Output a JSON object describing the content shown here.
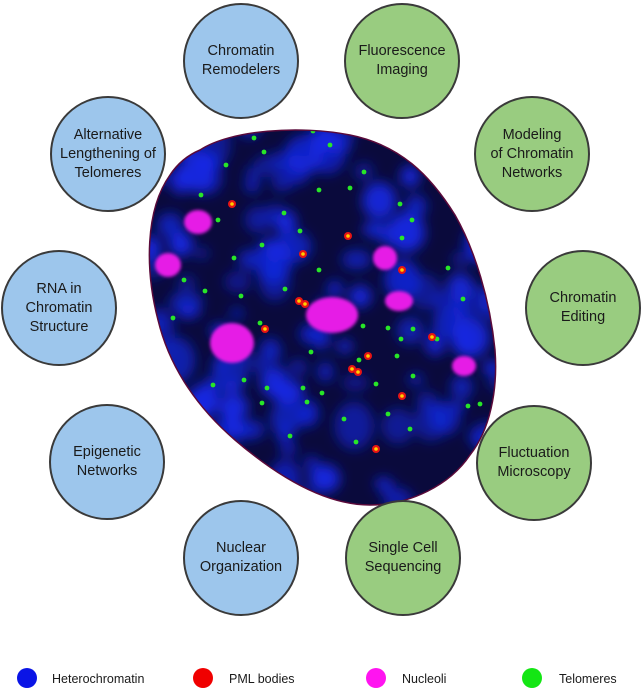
{
  "topics": [
    {
      "label": "Chromatin\nRemodelers",
      "group": "blue"
    },
    {
      "label": "Fluorescence\nImaging",
      "group": "green"
    },
    {
      "label": "Modeling\nof Chromatin\nNetworks",
      "group": "green"
    },
    {
      "label": "Chromatin\nEditing",
      "group": "green"
    },
    {
      "label": "Fluctuation\nMicroscopy",
      "group": "green"
    },
    {
      "label": "Single Cell\nSequencing",
      "group": "green"
    },
    {
      "label": "Nuclear\nOrganization",
      "group": "blue"
    },
    {
      "label": "Epigenetic\nNetworks",
      "group": "blue"
    },
    {
      "label": "RNA in\nChromatin\nStructure",
      "group": "blue"
    },
    {
      "label": "Alternative\nLengthening of\nTelomeres",
      "group": "blue"
    }
  ],
  "legend": [
    {
      "label": "Heterochromatin",
      "color": "#0a14e6"
    },
    {
      "label": "PML bodies",
      "color": "#f00000"
    },
    {
      "label": "Nucleoli",
      "color": "#ff14f0"
    },
    {
      "label": "Telomeres",
      "color": "#14e614"
    }
  ],
  "colors": {
    "blue_circle": "#9dc6ec",
    "green_circle": "#99cc80",
    "nucleus_background": "#0a0a3c",
    "heterochromatin": "#1428e6",
    "nucleoli": "#e61ee6",
    "telomeres": "#28e628",
    "pml_bodies": "#e61414"
  }
}
